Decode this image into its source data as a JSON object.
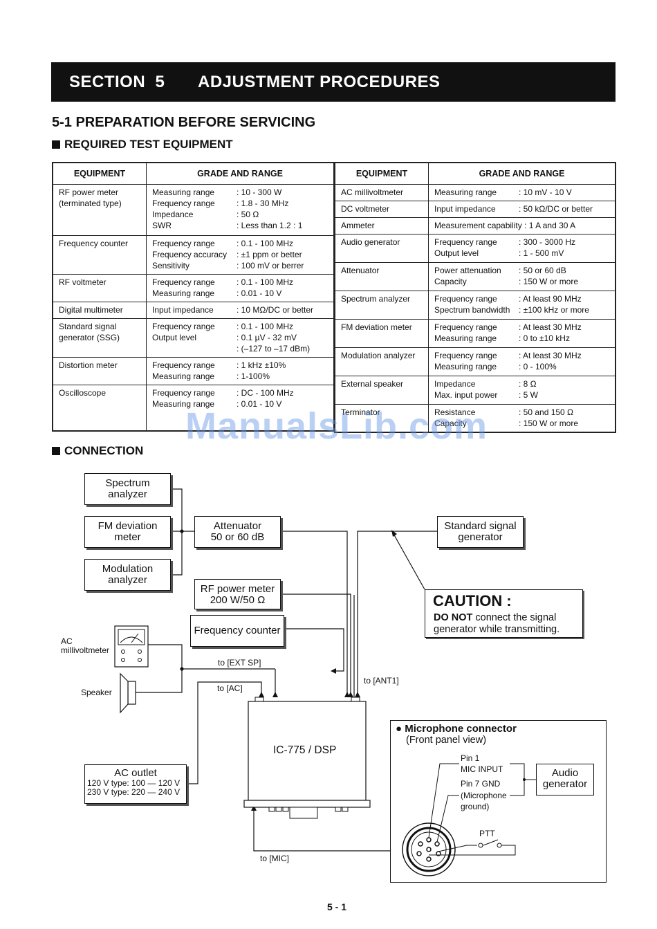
{
  "banner": {
    "section": "SECTION  5",
    "title": "ADJUSTMENT PROCEDURES"
  },
  "heading": "5-1 PREPARATION BEFORE SERVICING",
  "subheading_equipment": "REQUIRED TEST EQUIPMENT",
  "table": {
    "header_equipment": "EQUIPMENT",
    "header_grade": "GRADE AND RANGE",
    "left": [
      {
        "name": "RF power meter\n(terminated type)",
        "specs": [
          [
            "Measuring range",
            ": 10 - 300 W"
          ],
          [
            "Frequency range",
            ": 1.8 - 30 MHz"
          ],
          [
            "Impedance",
            ": 50 Ω"
          ],
          [
            "SWR",
            ": Less than 1.2 : 1"
          ]
        ]
      },
      {
        "name": "Frequency counter",
        "specs": [
          [
            "Frequency range",
            ": 0.1 - 100 MHz"
          ],
          [
            "Frequency accuracy",
            ": ±1 ppm or better"
          ],
          [
            "Sensitivity",
            ": 100 mV or berrer"
          ]
        ]
      },
      {
        "name": "RF voltmeter",
        "specs": [
          [
            "Frequency range",
            ": 0.1 - 100 MHz"
          ],
          [
            "Measuring range",
            ": 0.01 - 10 V"
          ]
        ]
      },
      {
        "name": "Digital multimeter",
        "specs": [
          [
            "Input impedance",
            ": 10 MΩ/DC or better"
          ]
        ]
      },
      {
        "name": "Standard signal\ngenerator (SSG)",
        "specs": [
          [
            "Frequency range",
            ": 0.1 - 100 MHz"
          ],
          [
            "Output level",
            ": 0.1 µV - 32 mV"
          ],
          [
            "",
            ": (–127 to –17 dBm)"
          ]
        ]
      },
      {
        "name": "Distortion meter",
        "specs": [
          [
            "Frequency range",
            ": 1 kHz ±10%"
          ],
          [
            "Measuring range",
            ": 1-100%"
          ]
        ]
      },
      {
        "name": "Oscilloscope",
        "specs": [
          [
            "Frequency range",
            ": DC - 100 MHz"
          ],
          [
            "Measuring range",
            ": 0.01 - 10 V"
          ],
          [
            "",
            ""
          ]
        ]
      }
    ],
    "right": [
      {
        "name": "AC millivoltmeter",
        "specs": [
          [
            "Measuring range",
            ": 10 mV - 10 V"
          ]
        ]
      },
      {
        "name": "DC voltmeter",
        "specs": [
          [
            "Input impedance",
            ": 50 kΩ/DC or better"
          ]
        ]
      },
      {
        "name": "Ammeter",
        "specs": [
          [
            "Measurement capability : 1 A and 30 A",
            ""
          ]
        ]
      },
      {
        "name": "Audio generator",
        "specs": [
          [
            "Frequency range",
            ": 300 - 3000 Hz"
          ],
          [
            "Output level",
            ": 1 - 500 mV"
          ]
        ]
      },
      {
        "name": "Attenuator",
        "specs": [
          [
            "Power attenuation",
            ": 50 or 60 dB"
          ],
          [
            "Capacity",
            ": 150 W or more"
          ]
        ]
      },
      {
        "name": "Spectrum analyzer",
        "specs": [
          [
            "Frequency range",
            ": At least 90 MHz"
          ],
          [
            "Spectrum bandwidth",
            ": ±100 kHz or more"
          ]
        ]
      },
      {
        "name": "FM deviation meter",
        "specs": [
          [
            "Frequency range",
            ": At least 30 MHz"
          ],
          [
            "Measuring range",
            ": 0 to ±10 kHz"
          ]
        ]
      },
      {
        "name": "Modulation analyzer",
        "specs": [
          [
            "Frequency range",
            ": At least 30 MHz"
          ],
          [
            "Measuring range",
            ": 0 - 100%"
          ]
        ]
      },
      {
        "name": "External speaker",
        "specs": [
          [
            "Impedance",
            ": 8 Ω"
          ],
          [
            "Max. input power",
            ": 5 W"
          ]
        ]
      },
      {
        "name": "Terminator",
        "specs": [
          [
            "Resistance",
            ": 50 and 150 Ω"
          ],
          [
            "Capacity",
            ": 150 W or more"
          ]
        ]
      }
    ]
  },
  "watermark": "ManualsLib.com",
  "subheading_connection": "CONNECTION",
  "diagram": {
    "spectrum_analyzer": "Spectrum\nanalyzer",
    "fm_deviation_meter": "FM deviation\nmeter",
    "modulation_analyzer": "Modulation\nanalyzer",
    "attenuator": "Attenuator\n50 or 60 dB",
    "rf_power_meter": "RF power meter\n200 W/50 Ω",
    "frequency_counter": "Frequency counter",
    "standard_signal_generator": "Standard signal\ngenerator",
    "ac_millivoltmeter": "AC\nmillivoltmeter",
    "speaker": "Speaker",
    "to_ext_sp": "to [EXT SP]",
    "to_ac": "to [AC]",
    "to_ant1": "to [ANT1]",
    "to_mic": "to [MIC]",
    "radio": "IC-775 / DSP",
    "ac_outlet_title": "AC outlet",
    "ac_outlet_line1": "120 V type: 100 — 120 V",
    "ac_outlet_line2": "230 V type: 220 — 240 V",
    "caution_title": "CAUTION :",
    "caution_bold": "DO NOT",
    "caution_text1": " connect the signal",
    "caution_text2": "generator while transmitting.",
    "mic_title": "Microphone connector",
    "mic_subtitle": "(Front panel view)",
    "pin1": "Pin 1",
    "mic_input": "MIC INPUT",
    "pin7": "Pin 7 GND",
    "mic_ground1": "(Microphone",
    "mic_ground2": "ground)",
    "audio_generator": "Audio\ngenerator",
    "ptt": "PTT"
  },
  "page_number": "5 - 1"
}
